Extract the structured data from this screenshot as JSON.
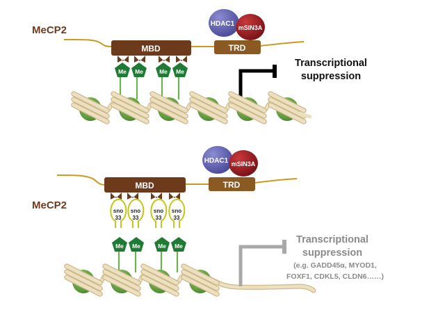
{
  "panels": [
    {
      "protein_label": "MeCP2",
      "mbd_label": "MBD",
      "trd_label": "TRD",
      "hdac_label": "HDAC1",
      "msin_label": "mSIN3A",
      "me_labels": [
        "Me",
        "Me",
        "Me",
        "Me"
      ],
      "suppression_title": "Transcriptional",
      "suppression_sub": "suppression",
      "state": "active-suppression"
    },
    {
      "protein_label": "MeCP2",
      "mbd_label": "MBD",
      "trd_label": "TRD",
      "hdac_label": "HDAC1",
      "msin_label": "mSIN3A",
      "me_labels": [
        "Me",
        "Me",
        "Me",
        "Me"
      ],
      "sno_labels": [
        [
          "sno",
          "33"
        ],
        [
          "sno",
          "33"
        ],
        [
          "sno",
          "33"
        ],
        [
          "sno",
          "33"
        ]
      ],
      "suppression_title": "Transcriptional",
      "suppression_sub": "suppression",
      "genes_line1": "(e.g. GADD45α, MYOD1,",
      "genes_line2": "FOXF1, CDKL5, CLDN6……)",
      "state": "released-suppression"
    }
  ],
  "colors": {
    "mbd": "#6e3a1c",
    "trd": "#8a5a22",
    "linker": "#c89a1e",
    "hdac": "#6a6ab4",
    "msin": "#a8242c",
    "me": "#1f7a34",
    "nucleosome": "#6ea848",
    "dna": "#e6d6b0",
    "sno": "#c4c61a",
    "active_arrow": "#000000",
    "inactive_arrow": "#a8a8a8",
    "protein_text": "#6e3a1c"
  }
}
